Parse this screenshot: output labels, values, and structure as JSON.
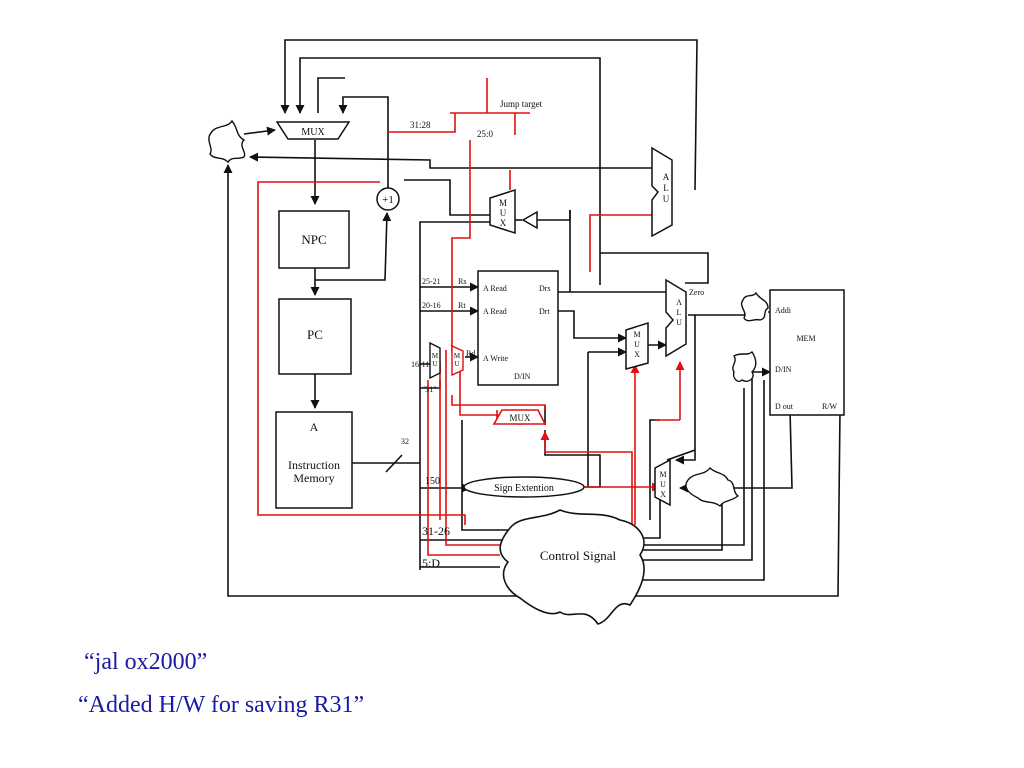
{
  "blocks": {
    "npc": "NPC",
    "pc": "PC",
    "imem_a": "A",
    "imem_line1": "Instruction",
    "imem_line2": "Memory",
    "regfile": {
      "a_read_1": "A Read",
      "a_read_2": "A Read",
      "a_write": "A Write",
      "drs": "Drs",
      "drt": "Drt",
      "din": "D/IN"
    },
    "mem": {
      "title": "MEM",
      "addi": "Addi",
      "din": "D/IN",
      "dout": "D out",
      "rw": "R/W"
    },
    "sign_extension": "Sign Extention",
    "control_signal": "Control Signal",
    "plus_one": "+1"
  },
  "mux": {
    "top": "MUX",
    "bottom": "MUX",
    "vertical_letters": [
      "M",
      "U",
      "X"
    ],
    "small_letters": [
      "M",
      "U"
    ]
  },
  "alu": {
    "letters": [
      "A",
      "L",
      "U"
    ],
    "zero": "Zero"
  },
  "wire_labels": {
    "jump_target": "Jump target",
    "bits_31_28": "31:28",
    "bits_25_0": "25:0",
    "f_25_21": "25-21",
    "f_20_16": "20-16",
    "f_16_11": "16-11",
    "f_31": "\"31\"",
    "rs": "Rs",
    "rt": "Rt",
    "rd": "Rd",
    "width_32": "32",
    "f_15_0": "150",
    "f_31_26": "31-26",
    "f_5_0": "5:D"
  },
  "captions": {
    "line1": "“jal ox2000”",
    "line2": "“Added H/W for saving R31”"
  },
  "colors": {
    "black_wire": "#111111",
    "red_wire": "#e01010",
    "caption": "#1a1aa6"
  }
}
